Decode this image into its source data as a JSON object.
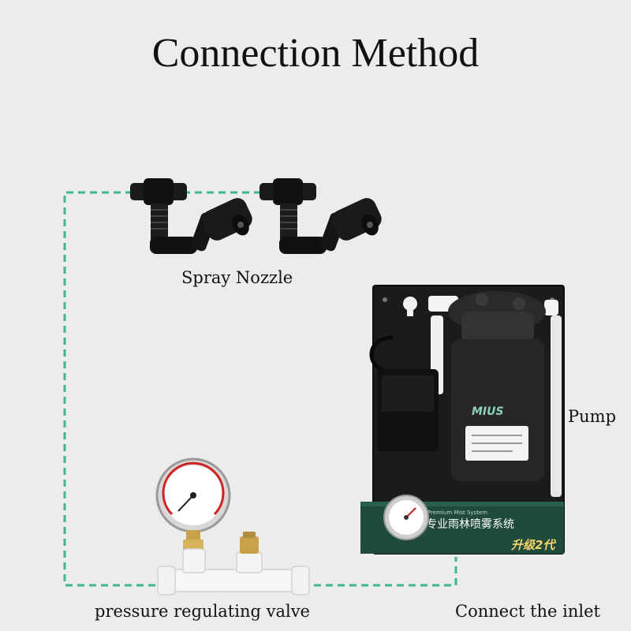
{
  "title": "Connection Method",
  "labels": {
    "spray_nozzle": "Spray Nozzle",
    "pump": "Pump",
    "pressure_valve": "pressure regulating valve",
    "inlet": "Connect the inlet"
  },
  "pump_panel": {
    "brand": "MIUS",
    "banner_subtitle": "Premium Mist System",
    "banner": "专业雨林喷雾系统",
    "badge": "升级2代"
  },
  "colors": {
    "background": "#ececec",
    "pipe_line": "#3bb98a",
    "panel_green": "#1f4a3c",
    "pump_body": "#262626"
  },
  "icons": [
    "spray-nozzle-icon",
    "pump-icon",
    "pressure-gauge-icon",
    "valve-icon"
  ]
}
